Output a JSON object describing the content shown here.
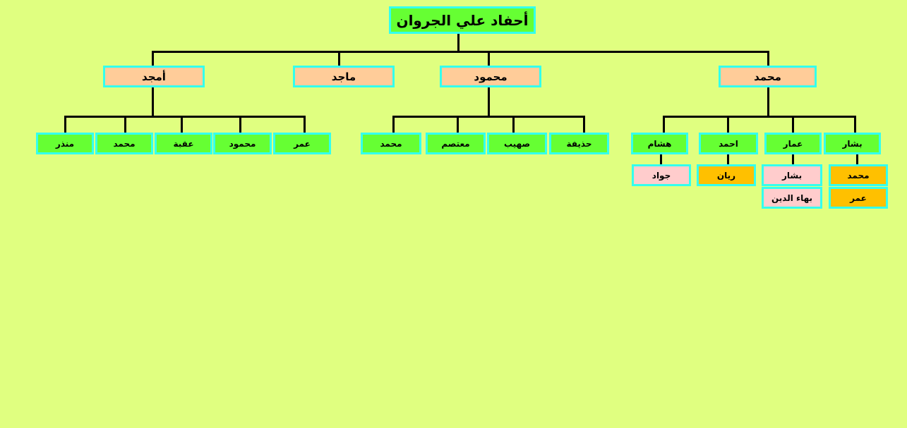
{
  "title": "أحفاد علي الجروان",
  "colors": {
    "background": "#e0ff80",
    "border": "#33ffee",
    "root": "#66ff33",
    "children": "#ffcc99",
    "grandchildren": "#66ff33",
    "great_grandchildren_pink": "#ffcccc",
    "great_grandchildren_orange": "#ffc000"
  },
  "children": [
    {
      "name": "محمد",
      "children": [
        {
          "name": "بشار",
          "children": [
            {
              "name": "محمد",
              "color": "orange"
            },
            {
              "name": "عمر",
              "color": "orange"
            }
          ]
        },
        {
          "name": "عمار",
          "children": [
            {
              "name": "بشار",
              "color": "pink"
            },
            {
              "name": "بهاء الدين",
              "color": "pink"
            }
          ]
        },
        {
          "name": "احمد",
          "children": [
            {
              "name": "ريان",
              "color": "orange"
            }
          ]
        },
        {
          "name": "هشام",
          "children": [
            {
              "name": "جواد",
              "color": "pink"
            }
          ]
        }
      ]
    },
    {
      "name": "محمود",
      "children": [
        {
          "name": "حذيفة"
        },
        {
          "name": "صهيب"
        },
        {
          "name": "معتصم"
        },
        {
          "name": "محمد"
        }
      ]
    },
    {
      "name": "ماجد",
      "children": []
    },
    {
      "name": "أمجد",
      "children": [
        {
          "name": "عمر"
        },
        {
          "name": "محمود"
        },
        {
          "name": "عقبة"
        },
        {
          "name": "محمد"
        },
        {
          "name": "منذر"
        }
      ]
    }
  ]
}
